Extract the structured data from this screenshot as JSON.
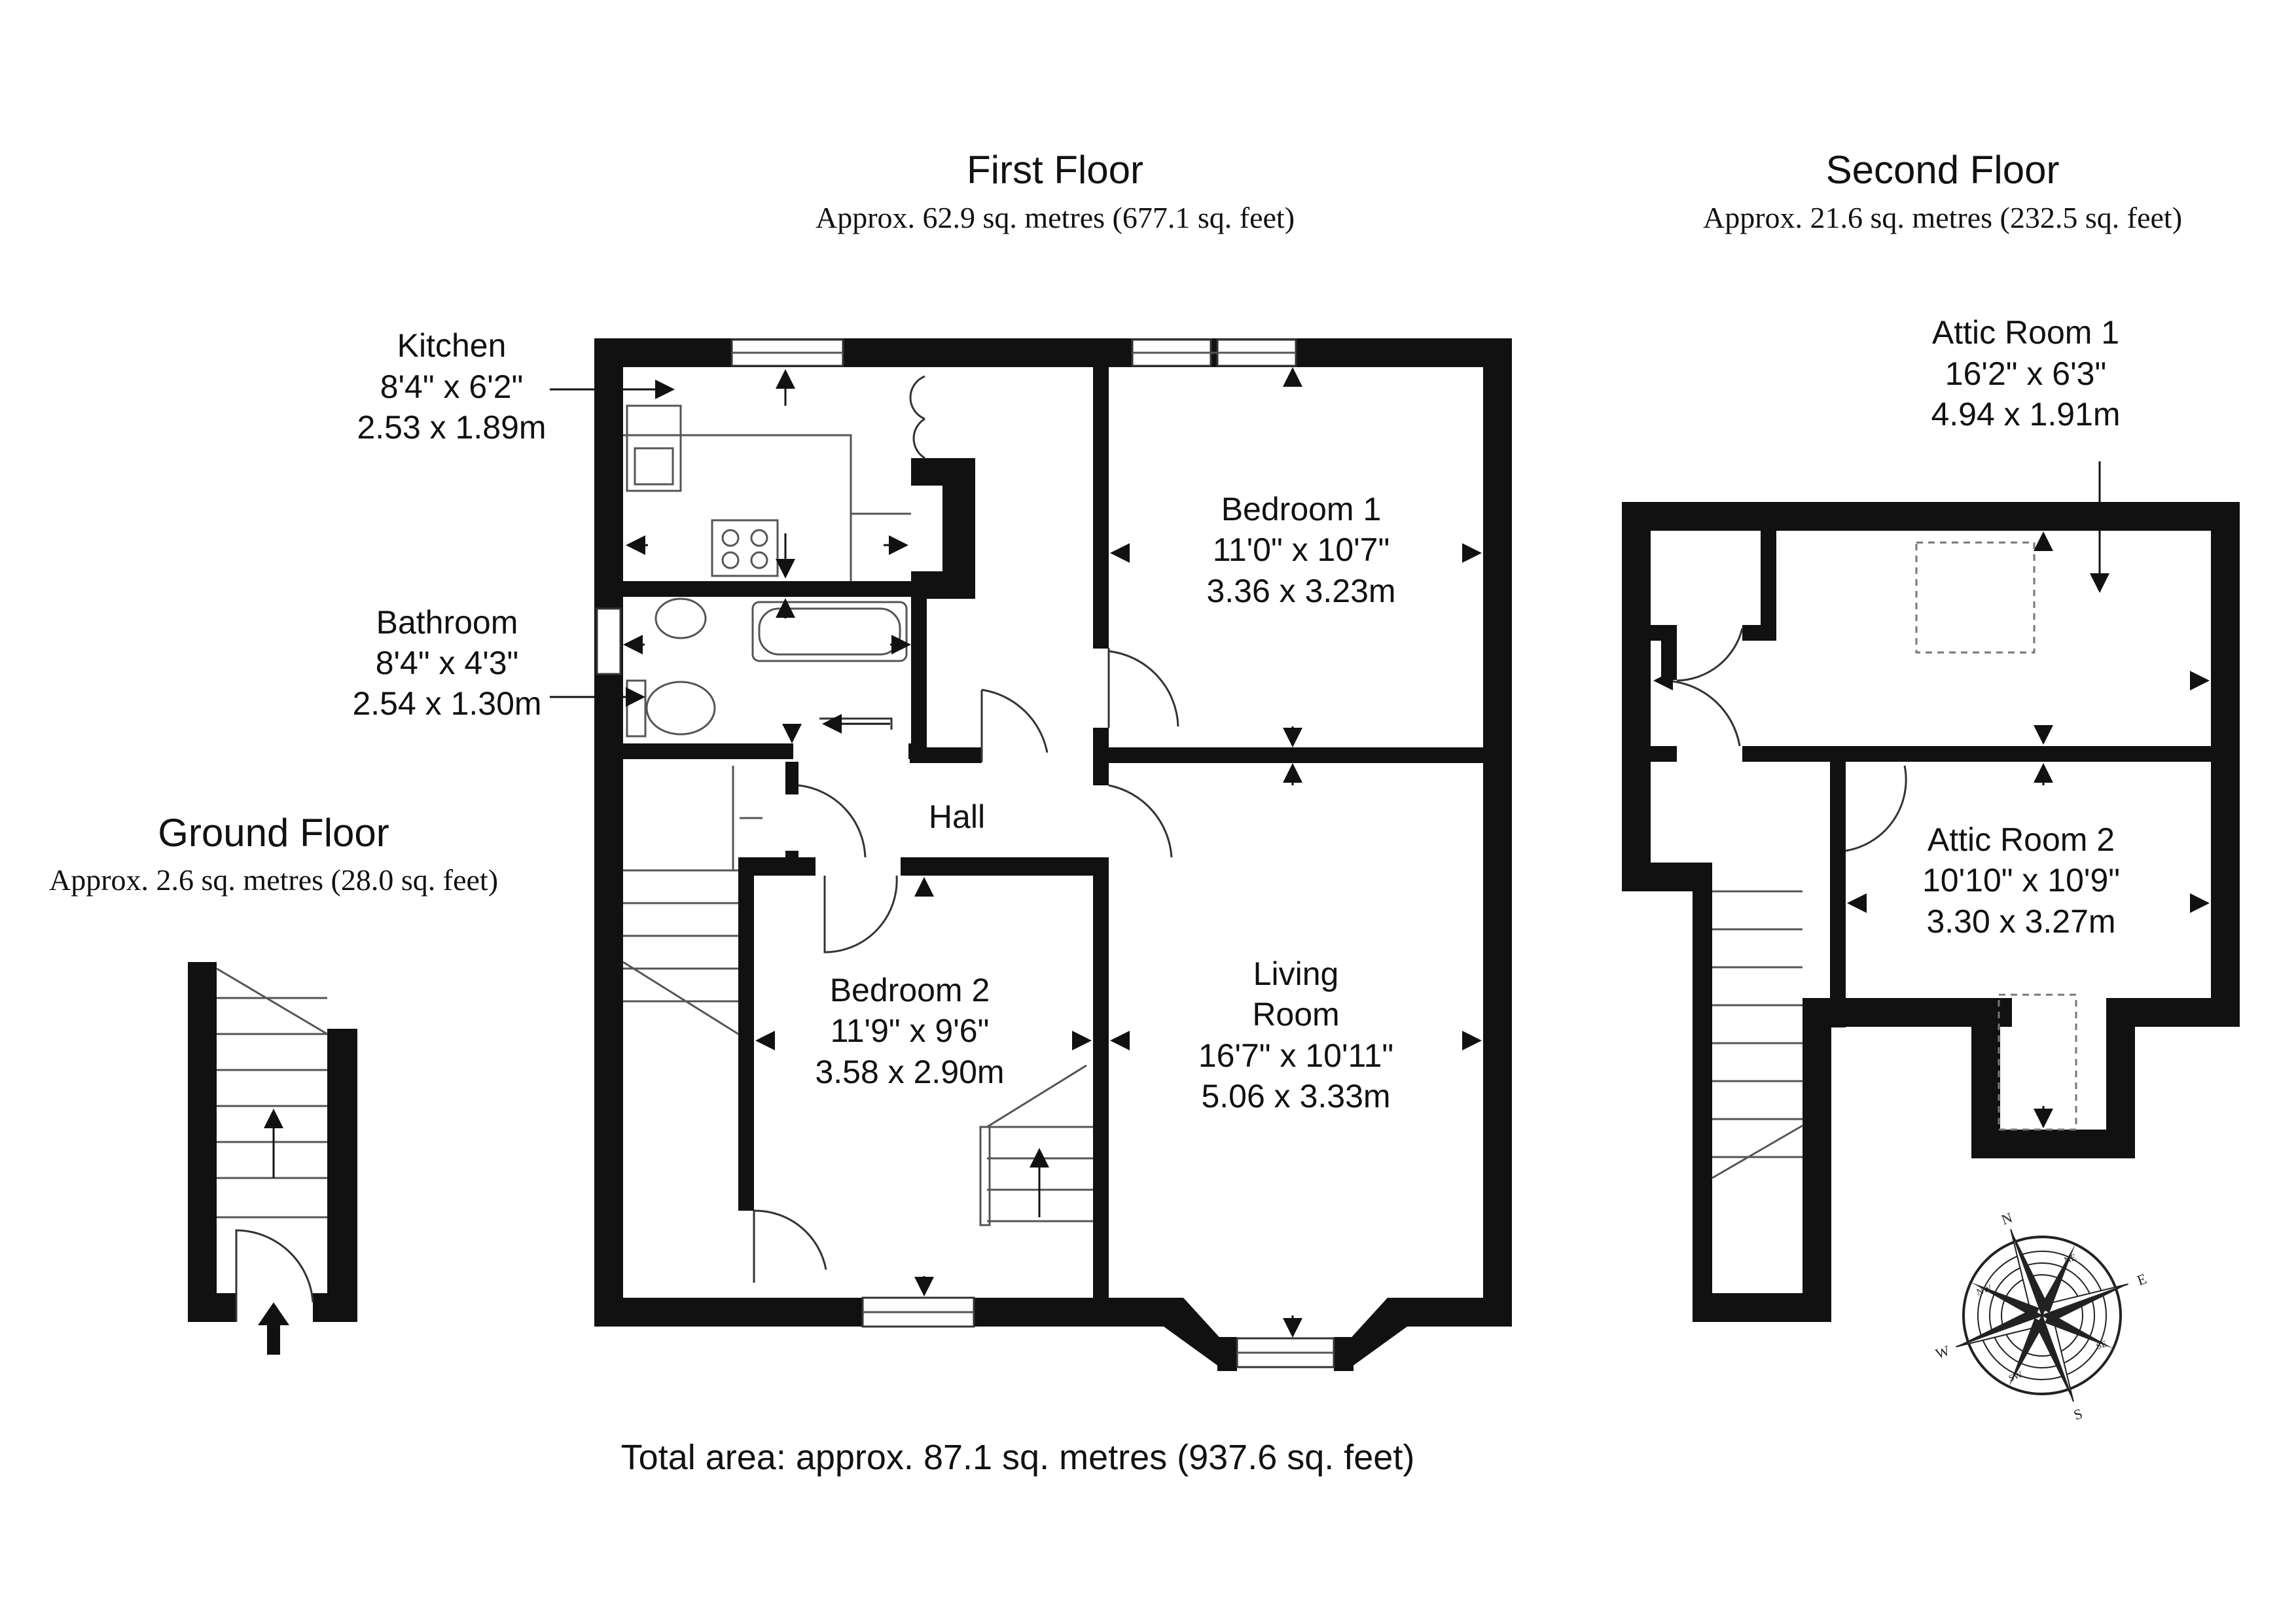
{
  "floors": {
    "first": {
      "title": "First Floor",
      "area": "Approx. 62.9 sq. metres (677.1 sq. feet)"
    },
    "second": {
      "title": "Second Floor",
      "area": "Approx. 21.6 sq. metres (232.5 sq. feet)"
    },
    "ground": {
      "title": "Ground Floor",
      "area": "Approx. 2.6 sq. metres (28.0 sq. feet)"
    }
  },
  "rooms": {
    "kitchen": {
      "name": "Kitchen",
      "imperial": "8'4\" x 6'2\"",
      "metric": "2.53 x 1.89m"
    },
    "bathroom": {
      "name": "Bathroom",
      "imperial": "8'4\" x 4'3\"",
      "metric": "2.54 x 1.30m"
    },
    "bedroom1": {
      "name": "Bedroom 1",
      "imperial": "11'0\" x 10'7\"",
      "metric": "3.36 x 3.23m"
    },
    "bedroom2": {
      "name": "Bedroom 2",
      "imperial": "11'9\" x 9'6\"",
      "metric": "3.58 x 2.90m"
    },
    "hall": {
      "name": "Hall"
    },
    "living": {
      "name1": "Living",
      "name2": "Room",
      "imperial": "16'7\" x 10'11\"",
      "metric": "5.06 x 3.33m"
    },
    "attic1": {
      "name": "Attic Room 1",
      "imperial": "16'2\" x 6'3\"",
      "metric": "4.94 x 1.91m"
    },
    "attic2": {
      "name": "Attic Room 2",
      "imperial": "10'10\" x 10'9\"",
      "metric": "3.30 x 3.27m"
    }
  },
  "total_area": "Total area: approx. 87.1 sq. metres (937.6 sq. feet)",
  "compass": {
    "n": "N",
    "e": "E",
    "s": "S",
    "w": "W",
    "ne": "NE",
    "se": "SE",
    "sw": "SW",
    "nw": "NW"
  }
}
